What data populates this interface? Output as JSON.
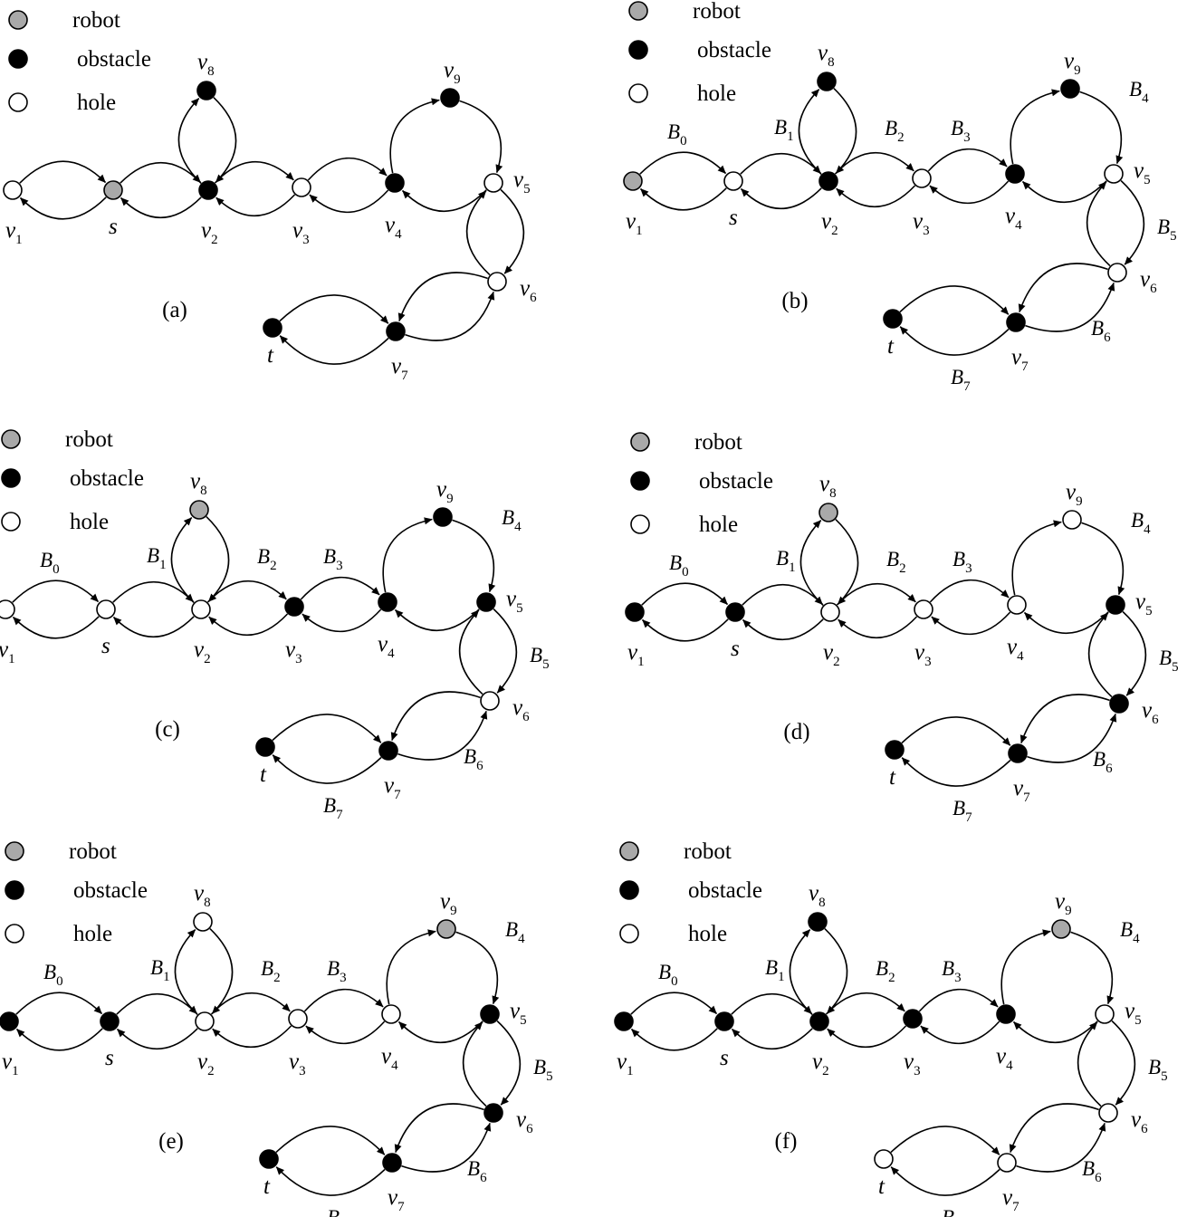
{
  "colors": {
    "robot": "#a9a9a9",
    "obstacle": "#000000",
    "hole": "#ffffff",
    "line": "#000000"
  },
  "legend": [
    {
      "key": "robot",
      "label": "robot"
    },
    {
      "key": "obstacle",
      "label": "obstacle"
    },
    {
      "key": "hole",
      "label": "hole"
    }
  ],
  "panels": [
    {
      "caption": "(a)",
      "show_bridges": false,
      "states": {
        "v1": "hole",
        "s": "robot",
        "v2": "obstacle",
        "v3": "hole",
        "v4": "obstacle",
        "v5": "hole",
        "v6": "hole",
        "v7": "obstacle",
        "t": "obstacle",
        "v8": "obstacle",
        "v9": "obstacle"
      }
    },
    {
      "caption": "(b)",
      "show_bridges": true,
      "states": {
        "v1": "robot",
        "s": "hole",
        "v2": "obstacle",
        "v3": "hole",
        "v4": "obstacle",
        "v5": "hole",
        "v6": "hole",
        "v7": "obstacle",
        "t": "obstacle",
        "v8": "obstacle",
        "v9": "obstacle"
      }
    },
    {
      "caption": "(c)",
      "show_bridges": true,
      "states": {
        "v1": "hole",
        "s": "hole",
        "v2": "hole",
        "v3": "obstacle",
        "v4": "obstacle",
        "v5": "obstacle",
        "v6": "hole",
        "v7": "obstacle",
        "t": "obstacle",
        "v8": "robot",
        "v9": "obstacle"
      }
    },
    {
      "caption": "(d)",
      "show_bridges": true,
      "states": {
        "v1": "obstacle",
        "s": "obstacle",
        "v2": "hole",
        "v3": "hole",
        "v4": "hole",
        "v5": "obstacle",
        "v6": "obstacle",
        "v7": "obstacle",
        "t": "obstacle",
        "v8": "robot",
        "v9": "hole"
      }
    },
    {
      "caption": "(e)",
      "show_bridges": true,
      "states": {
        "v1": "obstacle",
        "s": "obstacle",
        "v2": "hole",
        "v3": "hole",
        "v4": "hole",
        "v5": "obstacle",
        "v6": "obstacle",
        "v7": "obstacle",
        "t": "obstacle",
        "v8": "hole",
        "v9": "robot"
      }
    },
    {
      "caption": "(f)",
      "show_bridges": true,
      "states": {
        "v1": "obstacle",
        "s": "obstacle",
        "v2": "obstacle",
        "v3": "obstacle",
        "v4": "obstacle",
        "v5": "hole",
        "v6": "hole",
        "v7": "hole",
        "t": "hole",
        "v8": "obstacle",
        "v9": "robot"
      }
    }
  ],
  "nodes": [
    {
      "id": "v1",
      "base": "v",
      "sub": "1"
    },
    {
      "id": "s",
      "base": "s",
      "sub": ""
    },
    {
      "id": "v2",
      "base": "v",
      "sub": "2"
    },
    {
      "id": "v3",
      "base": "v",
      "sub": "3"
    },
    {
      "id": "v4",
      "base": "v",
      "sub": "4"
    },
    {
      "id": "v5",
      "base": "v",
      "sub": "5"
    },
    {
      "id": "v6",
      "base": "v",
      "sub": "6"
    },
    {
      "id": "v7",
      "base": "v",
      "sub": "7"
    },
    {
      "id": "t",
      "base": "t",
      "sub": ""
    },
    {
      "id": "v8",
      "base": "v",
      "sub": "8"
    },
    {
      "id": "v9",
      "base": "v",
      "sub": "9"
    }
  ],
  "bridges": [
    {
      "id": "B0",
      "base": "B",
      "sub": "0"
    },
    {
      "id": "B1",
      "base": "B",
      "sub": "1"
    },
    {
      "id": "B2",
      "base": "B",
      "sub": "2"
    },
    {
      "id": "B3",
      "base": "B",
      "sub": "3"
    },
    {
      "id": "B4",
      "base": "B",
      "sub": "4"
    },
    {
      "id": "B5",
      "base": "B",
      "sub": "5"
    },
    {
      "id": "B6",
      "base": "B",
      "sub": "6"
    },
    {
      "id": "B7",
      "base": "B",
      "sub": "7"
    }
  ]
}
